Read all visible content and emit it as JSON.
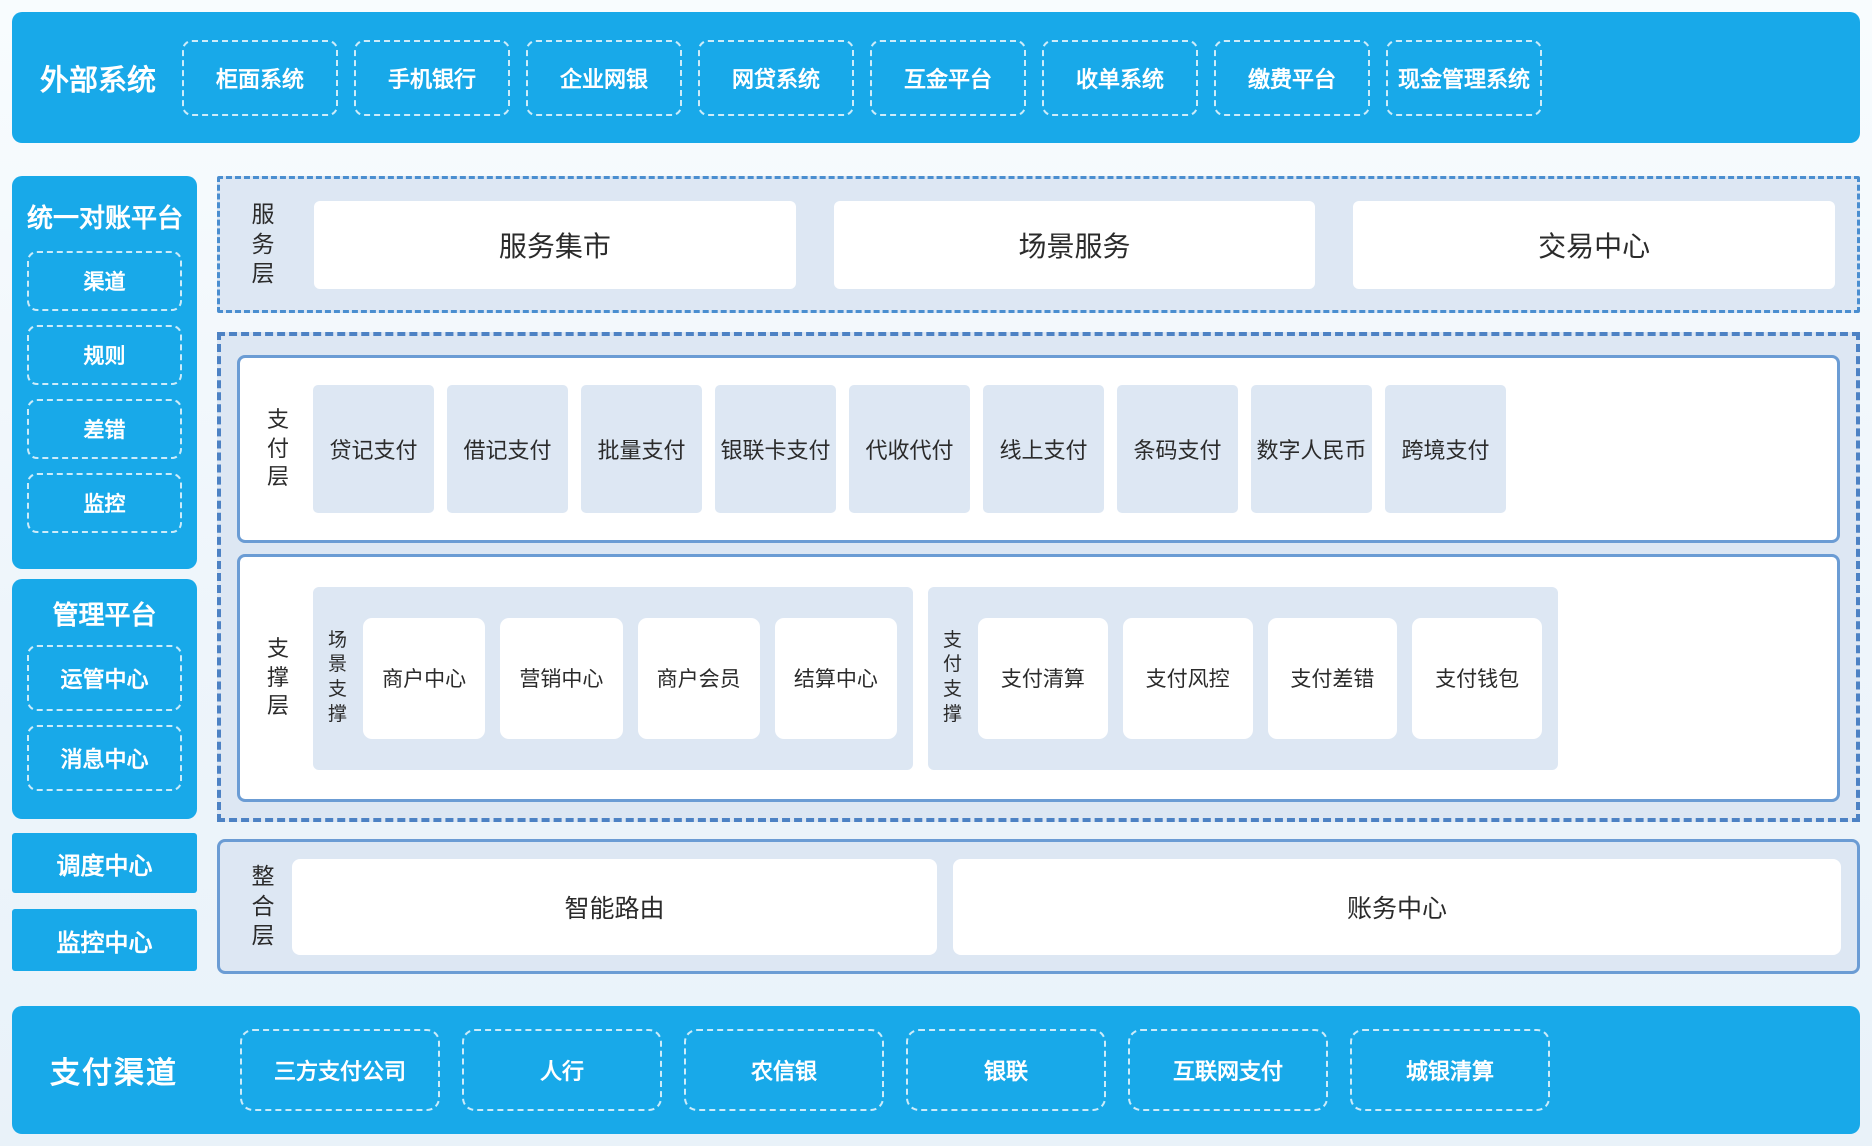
{
  "colors": {
    "accent_blue": "#18a9e9",
    "panel_light_blue": "#dde7f3",
    "solid_border_blue": "#6b9cd4",
    "dashed_border_blue": "#4d82c4",
    "dashdot_border_blue": "#4a8ed0",
    "text_dark": "#2b2b2b",
    "text_white": "#ffffff"
  },
  "top_bar": {
    "title": "外部系统",
    "items": [
      "柜面系统",
      "手机银行",
      "企业网银",
      "网贷系统",
      "互金平台",
      "收单系统",
      "缴费平台",
      "现金管理系统"
    ]
  },
  "sidebar": {
    "reconciliation": {
      "title": "统一对账平台",
      "items": [
        "渠道",
        "规则",
        "差错",
        "监控"
      ]
    },
    "management": {
      "title": "管理平台",
      "items": [
        "运管中心",
        "消息中心"
      ]
    },
    "scheduling_center": "调度中心",
    "monitoring_center": "监控中心"
  },
  "layers": {
    "service": {
      "label": "服务层",
      "items": [
        "服务集市",
        "场景服务",
        "交易中心"
      ]
    },
    "payment": {
      "label": "支付层",
      "items": [
        "贷记支付",
        "借记支付",
        "批量支付",
        "银联卡支付",
        "代收代付",
        "线上支付",
        "条码支付",
        "数字人民币",
        "跨境支付"
      ]
    },
    "support": {
      "label": "支撑层",
      "groups": [
        {
          "label": "场景支撑",
          "items": [
            "商户中心",
            "营销中心",
            "商户会员",
            "结算中心"
          ]
        },
        {
          "label": "支付支撑",
          "items": [
            "支付清算",
            "支付风控",
            "支付差错",
            "支付钱包"
          ]
        }
      ]
    },
    "integration": {
      "label": "整合层",
      "items": [
        "智能路由",
        "账务中心"
      ]
    }
  },
  "bottom_bar": {
    "title": "支付渠道",
    "items": [
      "三方支付公司",
      "人行",
      "农信银",
      "银联",
      "互联网支付",
      "城银清算"
    ]
  }
}
